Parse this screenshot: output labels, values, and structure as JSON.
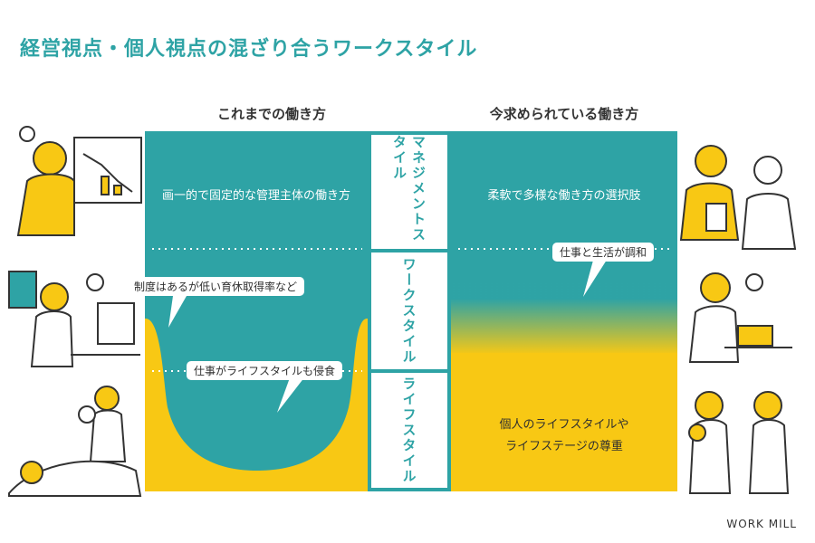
{
  "title": "経営視点・個人視点の混ざり合うワークスタイル",
  "columns": {
    "left": "これまでの働き方",
    "right": "今求められている働き方"
  },
  "bands": [
    {
      "label": "マネジメントスタイル"
    },
    {
      "label": "ワークスタイル"
    },
    {
      "label": "ライフスタイル"
    }
  ],
  "left_panel": {
    "management_text": "画一的で固定的な管理主体の働き方",
    "callout_system": "制度はあるが低い育休取得率など",
    "callout_invade": "仕事がライフスタイルも侵食"
  },
  "right_panel": {
    "management_text": "柔軟で多様な働き方の選択肢",
    "callout_harmony": "仕事と生活が調和",
    "life_text_line1": "個人のライフスタイルや",
    "life_text_line2": "ライフステージの尊重"
  },
  "credit": "WORK MILL",
  "colors": {
    "teal": "#2ea3a5",
    "yellow": "#f8c814",
    "white": "#ffffff"
  }
}
